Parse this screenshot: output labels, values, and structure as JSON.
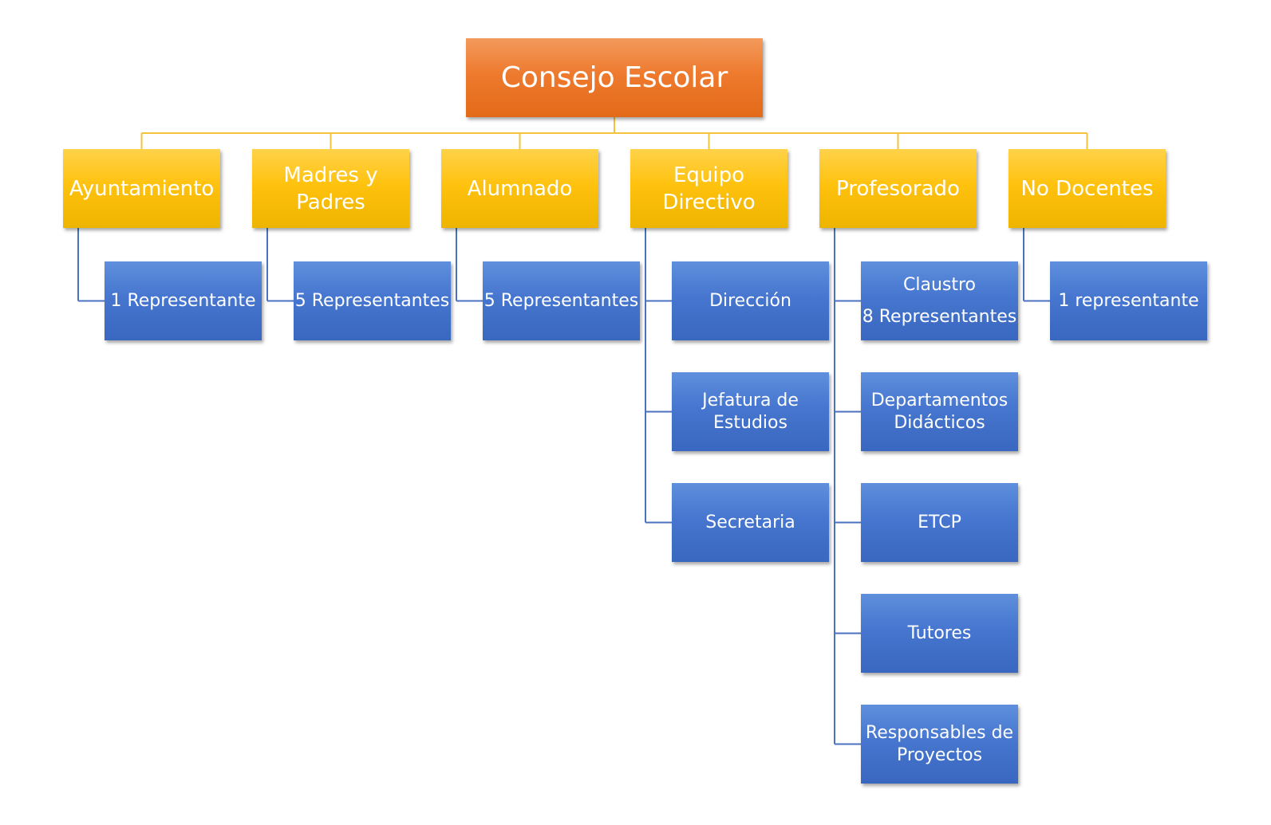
{
  "colors": {
    "root": "#ee7a2e",
    "category": "#ffc20e",
    "leaf": "#4472c4",
    "connector_top": "#f5c33b",
    "connector_child": "#4a72c0",
    "text": "#ffffff"
  },
  "root": {
    "label": "Consejo Escolar"
  },
  "categories": [
    {
      "lines": [
        "Ayuntamiento"
      ],
      "children": [
        {
          "lines": [
            "1 Representante"
          ]
        }
      ]
    },
    {
      "lines": [
        "Madres y",
        "Padres"
      ],
      "children": [
        {
          "lines": [
            "5 Representantes"
          ]
        }
      ]
    },
    {
      "lines": [
        "Alumnado"
      ],
      "children": [
        {
          "lines": [
            "5 Representantes"
          ]
        }
      ]
    },
    {
      "lines": [
        "Equipo",
        "Directivo"
      ],
      "children": [
        {
          "lines": [
            "Dirección"
          ]
        },
        {
          "lines": [
            "Jefatura de",
            "Estudios"
          ]
        },
        {
          "lines": [
            "Secretaria"
          ]
        }
      ]
    },
    {
      "lines": [
        "Profesorado"
      ],
      "children": [
        {
          "lines": [
            "Claustro",
            "8 Representantes"
          ],
          "spaced": true
        },
        {
          "lines": [
            "Departamentos",
            "Didácticos"
          ]
        },
        {
          "lines": [
            "ETCP"
          ]
        },
        {
          "lines": [
            "Tutores"
          ]
        },
        {
          "lines": [
            "Responsables de",
            "Proyectos"
          ]
        }
      ]
    },
    {
      "lines": [
        "No Docentes"
      ],
      "children": [
        {
          "lines": [
            "1 representante"
          ]
        }
      ]
    }
  ]
}
